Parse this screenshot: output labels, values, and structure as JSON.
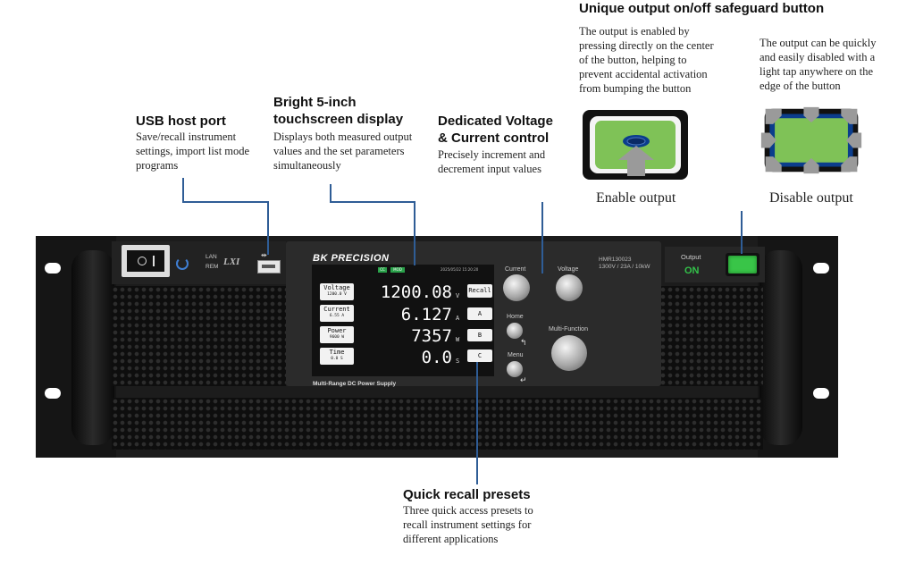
{
  "safeguard": {
    "title": "Unique output on/off safeguard button",
    "enable_desc_lines": [
      "The output is enabled by",
      "pressing directly on the center",
      "of the button, helping to",
      "prevent accidental activation",
      "from bumping the button"
    ],
    "disable_desc_lines": [
      "The output can be quickly",
      "and easily disabled with a",
      "light tap anywhere on the",
      "edge of the button"
    ],
    "enable_caption": "Enable output",
    "disable_caption": "Disable output"
  },
  "usb": {
    "title": "USB host port",
    "desc_lines": [
      "Save/recall instrument",
      "settings, import list mode",
      "programs"
    ]
  },
  "display": {
    "title_lines": [
      "Bright 5-inch",
      "touchscreen display"
    ],
    "desc_lines": [
      "Displays both measured output",
      "values and the set parameters",
      "simultaneously"
    ]
  },
  "control": {
    "title_lines": [
      "Dedicated Voltage",
      "& Current control"
    ],
    "desc_lines": [
      "Precisely increment and",
      "decrement input values"
    ]
  },
  "presets": {
    "title": "Quick recall presets",
    "desc_lines": [
      "Three quick access presets to",
      "recall instrument settings for",
      "different applications"
    ]
  },
  "device": {
    "brand": "BK PRECISION",
    "model_line1": "HMR130023",
    "model_line2": "1300V / 23A / 10kW",
    "subtitle": "Multi-Range DC Power Supply",
    "output_label": "Output",
    "output_state": "ON",
    "lan": "LAN",
    "rem": "REM",
    "lxi": "LXI",
    "knob_current": "Current",
    "knob_voltage": "Voltage",
    "knob_multi": "Multi-Function",
    "home": "Home",
    "menu": "Menu",
    "screen": {
      "date": "2025/05/22  15:20:20",
      "status_cc": "CC",
      "status_mod": "MOD",
      "params": [
        {
          "label": "Voltage",
          "set": "1200.0 V",
          "value": "1200.08",
          "unit": "V",
          "preset": "Recall"
        },
        {
          "label": "Current",
          "set": "6.55 A",
          "value": "6.127",
          "unit": "A",
          "preset": "A"
        },
        {
          "label": "Power",
          "set": "9600 W",
          "value": "7357",
          "unit": "W",
          "preset": "B"
        },
        {
          "label": "Time",
          "set": "0.0 S",
          "value": "0.0",
          "unit": "S",
          "preset": "C"
        }
      ]
    }
  },
  "colors": {
    "callout": "#2f5d96",
    "button_green": "#7fc257",
    "button_blue": "#0b3d8c",
    "output_led": "#33c24a"
  }
}
